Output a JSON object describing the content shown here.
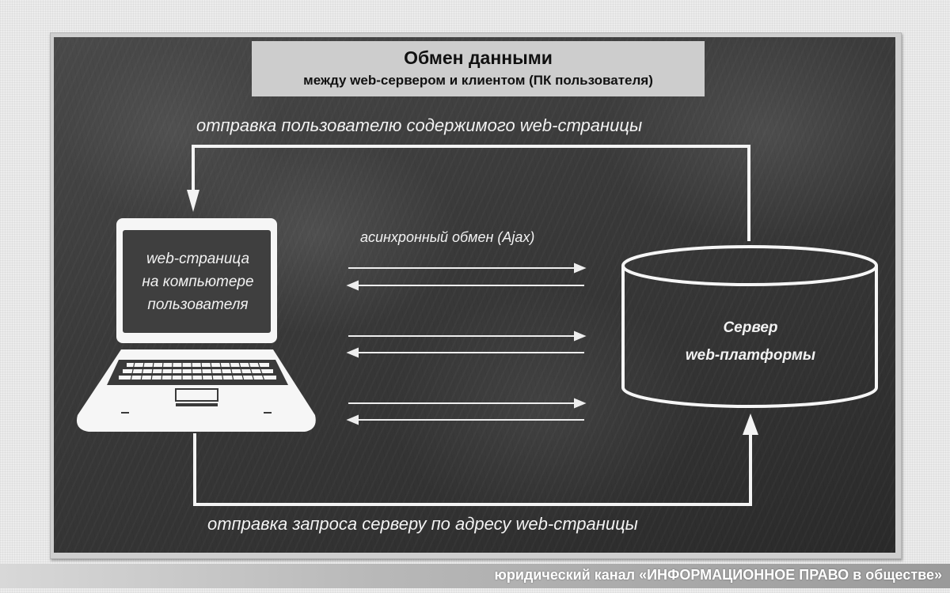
{
  "title": {
    "main": "Обмен данными",
    "sub": "между web-сервером и клиентом (ПК пользователя)"
  },
  "labels": {
    "top_flow": "отправка пользователю содержимого web-страницы",
    "bottom_flow": "отправка запроса серверу по адресу web-страницы",
    "async": "асинхронный обмен (Ajax)"
  },
  "laptop": {
    "icon": "laptop-icon",
    "lines": [
      "web-страница",
      "на компьютере",
      "пользователя"
    ]
  },
  "server": {
    "icon": "database-cylinder-icon",
    "lines": [
      "Сервер",
      "web-платформы"
    ]
  },
  "async_arrows": [
    {
      "direction": "right"
    },
    {
      "direction": "left"
    },
    {
      "direction": "right"
    },
    {
      "direction": "left"
    },
    {
      "direction": "right"
    },
    {
      "direction": "left"
    }
  ],
  "colors": {
    "board": "#3a3a3a",
    "chalk": "#f2f2f2",
    "title_box": "#cdcdcd"
  },
  "footer": {
    "text": "юридический канал «ИНФОРМАЦИОННОЕ ПРАВО в обществе»"
  }
}
